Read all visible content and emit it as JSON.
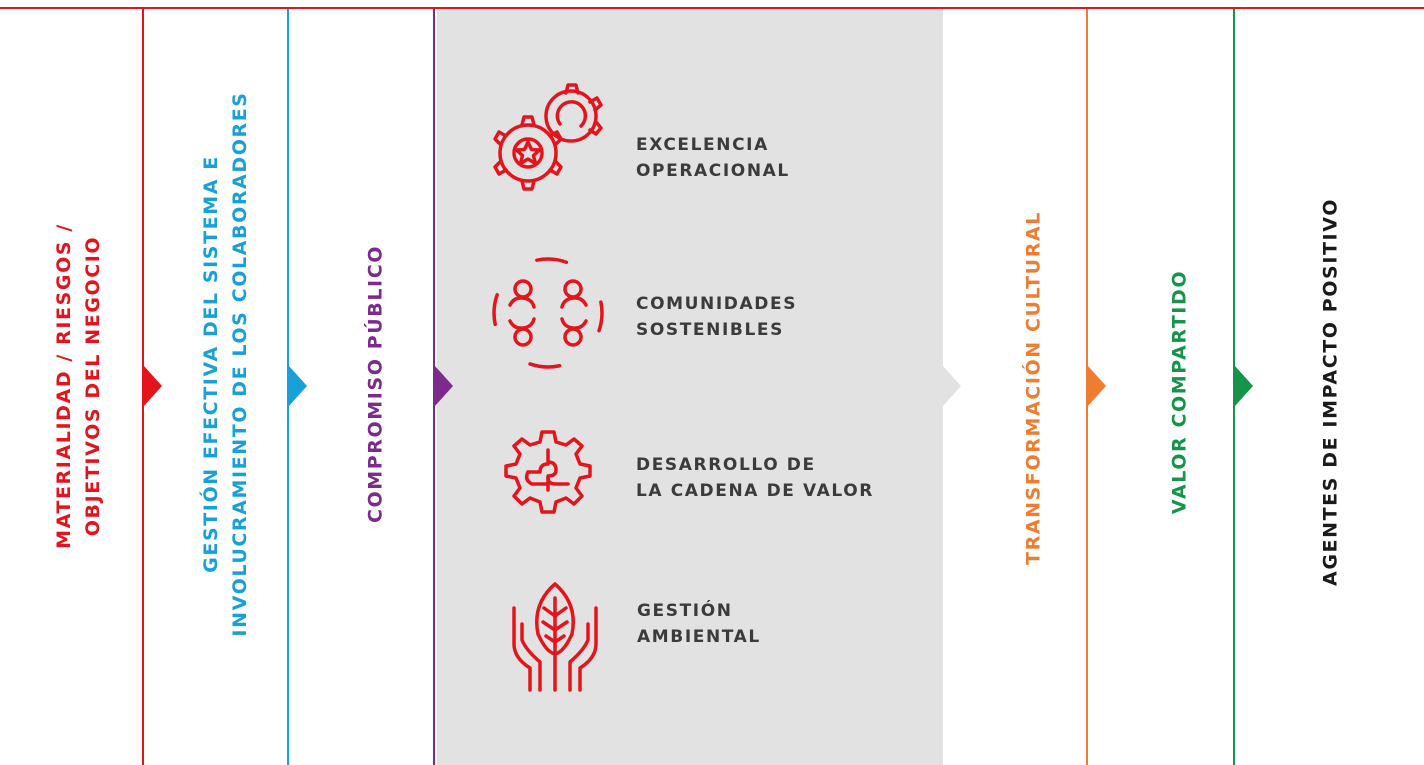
{
  "colors": {
    "red": "#e3141b",
    "blue": "#1aa0d8",
    "purple": "#7c2a8b",
    "gray_panel": "#e3e2e2",
    "orange": "#ee7d31",
    "green": "#16944a",
    "black": "#1a1a1a",
    "text_dark": "#3b3b3b"
  },
  "stages": [
    {
      "lines": [
        "MATERIALIDAD / RIESGOS /",
        "OBJETIVOS DEL NEGOCIO"
      ],
      "color": "red"
    },
    {
      "lines": [
        "GESTIÓN EFECTIVA DEL SISTEMA E",
        "INVOLUCRAMIENTO DE LOS COLABORADORES"
      ],
      "color": "blue"
    },
    {
      "lines": [
        "COMPROMISO PÚBLICO"
      ],
      "color": "purple"
    },
    {
      "lines": [
        "TRANSFORMACIÓN CULTURAL"
      ],
      "color": "orange"
    },
    {
      "lines": [
        "VALOR COMPARTIDO"
      ],
      "color": "green"
    },
    {
      "lines": [
        "AGENTES DE IMPACTO POSITIVO"
      ],
      "color": "black"
    }
  ],
  "pillars": [
    {
      "icon": "gears-star-icon",
      "lines": [
        "EXCELENCIA",
        "OPERACIONAL"
      ]
    },
    {
      "icon": "community-circle-icon",
      "lines": [
        "COMUNIDADES",
        "SOSTENIBLES"
      ]
    },
    {
      "icon": "puzzle-gear-icon",
      "lines": [
        "DESARROLLO DE",
        "LA CADENA DE VALOR"
      ]
    },
    {
      "icon": "hands-leaf-icon",
      "lines": [
        "GESTIÓN",
        "AMBIENTAL"
      ]
    }
  ]
}
